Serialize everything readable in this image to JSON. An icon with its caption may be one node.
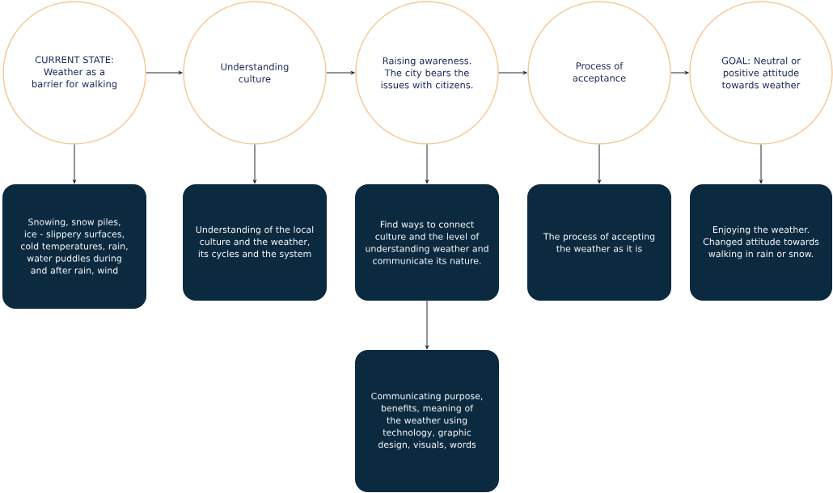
{
  "diagram": {
    "nodes": [
      {
        "text": [
          "CURRENT STATE: Weather as a barrier for walking"
        ]
      },
      {
        "text": [
          "Understanding culture"
        ]
      },
      {
        "text": [
          "Raising awareness. The city bears the issues with citizens."
        ]
      },
      {
        "text": [
          "Process of acceptance"
        ]
      },
      {
        "text": [
          "GOAL: Neutral or positive attitude towards weather"
        ]
      },
      {
        "text": [
          "Snowing, snow piles, ice - slippery surfaces, cold temperatures, rain, water puddles during and after rain, wind"
        ]
      },
      {
        "text": [
          "Understanding of the local culture and the weather, its cycles and the system"
        ]
      },
      {
        "text": [
          "Find ways to connect culture and the level of understanding weather and communicate its nature."
        ]
      },
      {
        "text": [
          "The process of accepting the weather as it is"
        ]
      },
      {
        "text": [
          "Enjoying the weather. Changed attitude towards walking in rain or snow."
        ]
      },
      {
        "text": [
          "Communicating purpose, benefits, meaning of the weather using technology, graphic design, visuals, words"
        ]
      }
    ],
    "edges": [
      {
        "from": 0,
        "to": 1,
        "arrow": "to"
      },
      {
        "from": 1,
        "to": 2,
        "arrow": "to"
      },
      {
        "from": 2,
        "to": 3,
        "arrow": "to"
      },
      {
        "from": 3,
        "to": 4,
        "arrow": "to"
      },
      {
        "from": 0,
        "to": 5,
        "arrow": "to"
      },
      {
        "from": 1,
        "to": 6,
        "arrow": "to"
      },
      {
        "from": 2,
        "to": 7,
        "arrow": "to"
      },
      {
        "from": 3,
        "to": 8,
        "arrow": "to"
      },
      {
        "from": 4,
        "to": 9,
        "arrow": "to"
      },
      {
        "from": 7,
        "to": 10,
        "arrow": "to"
      }
    ]
  }
}
